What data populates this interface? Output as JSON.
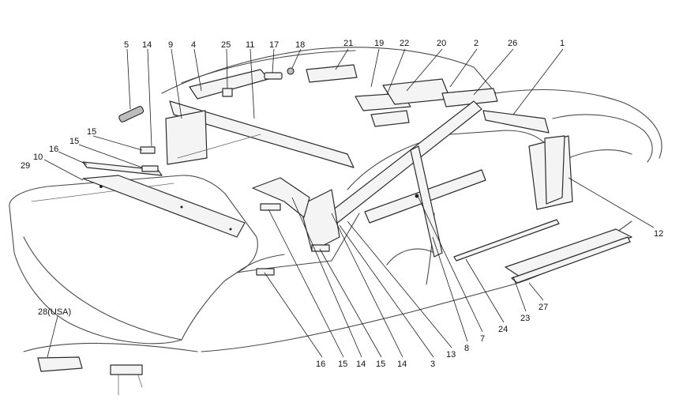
{
  "callouts": [
    {
      "id": "c1",
      "text": "1"
    },
    {
      "id": "c2",
      "text": "2"
    },
    {
      "id": "c3",
      "text": "3"
    },
    {
      "id": "c4",
      "text": "4"
    },
    {
      "id": "c5",
      "text": "5"
    },
    {
      "id": "c7",
      "text": "7"
    },
    {
      "id": "c8",
      "text": "8"
    },
    {
      "id": "c9",
      "text": "9"
    },
    {
      "id": "c10",
      "text": "10"
    },
    {
      "id": "c11",
      "text": "11"
    },
    {
      "id": "c12",
      "text": "12"
    },
    {
      "id": "c13",
      "text": "13"
    },
    {
      "id": "c14a",
      "text": "14"
    },
    {
      "id": "c14b",
      "text": "14"
    },
    {
      "id": "c14c",
      "text": "14"
    },
    {
      "id": "c15a",
      "text": "15"
    },
    {
      "id": "c15b",
      "text": "15"
    },
    {
      "id": "c15c",
      "text": "15"
    },
    {
      "id": "c15d",
      "text": "15"
    },
    {
      "id": "c16a",
      "text": "16"
    },
    {
      "id": "c16b",
      "text": "16"
    },
    {
      "id": "c17",
      "text": "17"
    },
    {
      "id": "c18",
      "text": "18"
    },
    {
      "id": "c19",
      "text": "19"
    },
    {
      "id": "c20",
      "text": "20"
    },
    {
      "id": "c21",
      "text": "21"
    },
    {
      "id": "c22",
      "text": "22"
    },
    {
      "id": "c23",
      "text": "23"
    },
    {
      "id": "c24",
      "text": "24"
    },
    {
      "id": "c25",
      "text": "25"
    },
    {
      "id": "c26",
      "text": "26"
    },
    {
      "id": "c27",
      "text": "27"
    },
    {
      "id": "c28",
      "text": "28(USA)"
    },
    {
      "id": "c29",
      "text": "29"
    }
  ]
}
